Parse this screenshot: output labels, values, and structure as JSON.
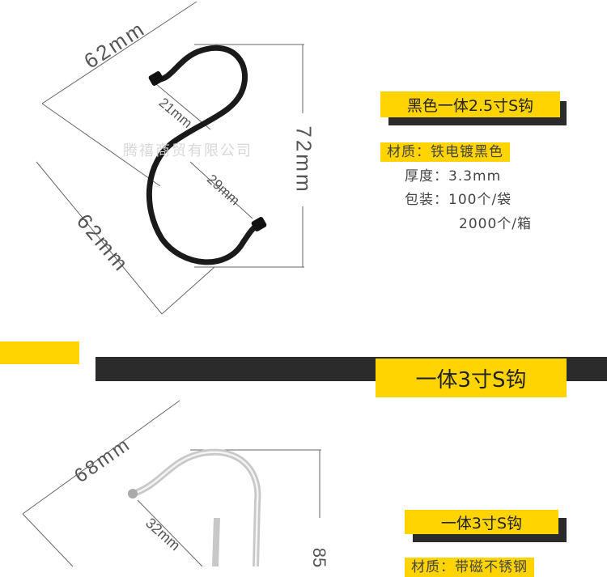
{
  "section1": {
    "title": "黑色一体2.5寸S钩",
    "watermark": "腾禧商贸有限公司",
    "dimensions": {
      "top_width": "62mm",
      "bottom_width": "62mm",
      "height": "72mm",
      "upper_opening": "21mm",
      "lower_opening": "29mm"
    },
    "specs": [
      {
        "label": "材质：",
        "value": "铁电镀黑色"
      },
      {
        "label": "厚度：",
        "value": "3.3mm"
      },
      {
        "label": "包装：",
        "value": "100个/袋"
      },
      {
        "label": "",
        "value": "2000个/箱"
      }
    ],
    "colors": {
      "hook": "#1a1a1a",
      "accent": "#ffd400",
      "dark_bar": "#2b2b2b"
    }
  },
  "section2": {
    "banner_title": "一体3寸S钩",
    "title": "一体3寸S钩",
    "dimensions": {
      "top_width": "68mm",
      "upper_opening": "32mm",
      "height_partial": "85"
    },
    "specs": [
      {
        "label": "材质：",
        "value": "带磁不锈钢"
      }
    ],
    "colors": {
      "hook": "#c8c8c8",
      "accent": "#ffd400",
      "dark_bar": "#2b2b2b"
    }
  }
}
